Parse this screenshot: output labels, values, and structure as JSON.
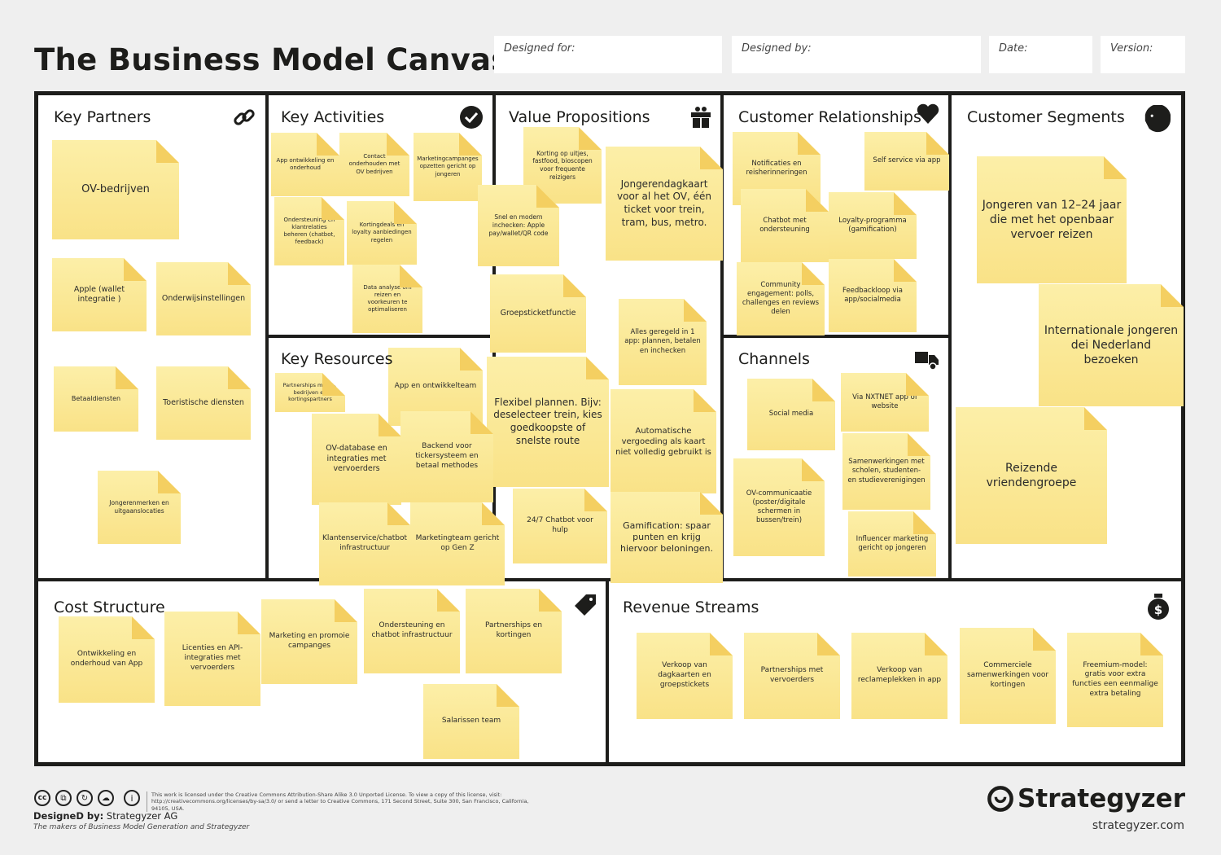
{
  "header": {
    "title": "The Business Model Canvas",
    "designed_for": "Designed for:",
    "designed_by": "Designed by:",
    "date": "Date:",
    "version": "Version:"
  },
  "blocks": {
    "key_partners": {
      "title": "Key Partners",
      "icon": "link-icon",
      "notes": [
        "OV-bedrijven",
        "Apple (wallet integratie )",
        "Onderwijsinstellingen",
        "Betaaldiensten",
        "Toeristische diensten",
        "Jongerenmerken en uitgaanslocaties"
      ]
    },
    "key_activities": {
      "title": "Key Activities",
      "icon": "checkmark-icon",
      "notes": [
        "App ontwikkeling en onderhoud",
        "Contact onderhouden met OV bedrijven",
        "Marketingcampanges opzetten gericht op jongeren",
        "Ondersteuning en klantrelaties beheren (chatbot, feedback)",
        "Kortingdeals en loyalty aanbiedingen regelen",
        "Data analyse om reizen en voorkeuren te optimaliseren"
      ]
    },
    "key_resources": {
      "title": "Key Resources",
      "icon": "factory-icon",
      "notes": [
        "App en ontwikkelteam",
        "Partnerships met OV bedrijven en kortingspartners",
        "OV-database en integraties met vervoerders",
        "Backend voor tickersysteem en betaal methodes",
        "Klantenservice/chatbot infrastructuur",
        "Marketingteam gericht op Gen Z"
      ]
    },
    "value_propositions": {
      "title": "Value Propositions",
      "icon": "gift-icon",
      "notes": [
        "Korting op uitjes, fastfood, bioscopen voor frequente reizigers",
        "Snel en modern inchecken: Apple pay/wallet/QR code",
        "Jongerendagkaart voor al het OV, één ticket voor trein, tram, bus, metro.",
        "Groepsticketfunctie",
        "Alles geregeld in 1 app: plannen, betalen en inchecken",
        "Flexibel plannen. Bijv: deselecteer trein, kies goedkoopste of snelste route",
        "Automatische vergoeding als kaart niet volledig gebruikt is",
        "24/7 Chatbot voor hulp",
        "Gamification: spaar punten en krijg hiervoor beloningen."
      ]
    },
    "customer_relationships": {
      "title": "Customer Relationships",
      "icon": "heart-icon",
      "notes": [
        "Notificaties en reisherinneringen",
        "Self service via app",
        "Chatbot met ondersteuning",
        "Loyalty-programma (gamification)",
        "Community engagement: polls, challenges en reviews delen",
        "Feedbackloop via app/socialmedia"
      ]
    },
    "channels": {
      "title": "Channels",
      "icon": "truck-icon",
      "notes": [
        "Via NXTNET app of website",
        "Social media",
        "Samenwerkingen met scholen, studenten- en studieverenigingen",
        "OV-communicaatie (poster/digitale schermen in bussen/trein)",
        "Influencer marketing gericht op jongeren"
      ]
    },
    "customer_segments": {
      "title": "Customer Segments",
      "icon": "head-icon",
      "notes": [
        "Jongeren van 12–24 jaar die met het openbaar vervoer reizen",
        "Internationale jongeren dei Nederland bezoeken",
        "Reizende vriendengroepe"
      ]
    },
    "cost_structure": {
      "title": "Cost Structure",
      "icon": "price-tag-icon",
      "notes": [
        "Ontwikkeling en onderhoud van App",
        "Licenties en API-integraties met vervoerders",
        "Marketing en promoie campanges",
        "Ondersteuning en chatbot infrastructuur",
        "Partnerships en kortingen",
        "Salarissen team"
      ]
    },
    "revenue_streams": {
      "title": "Revenue Streams",
      "icon": "money-bag-icon",
      "notes": [
        "Verkoop van dagkaarten en groepstickets",
        "Partnerships met vervoerders",
        "Verkoop van reclameplekken in app",
        "Commerciele samenwerkingen voor kortingen",
        "Freemium-model: gratis voor extra functies een eenmalige extra betaling"
      ]
    }
  },
  "footer": {
    "license": "This work is licensed under the Creative Commons Attribution-Share Alike 3.0 Unported License. To view a copy of this license, visit: http://creativecommons.org/licenses/by-sa/3.0/ or send a letter to Creative Commons, 171 Second Street, Suite 300, San Francisco, California, 94105, USA.",
    "designed_by_label": "DesigneD by:",
    "designed_by_value": " Strategyzer AG",
    "tagline": "The makers of Business Model Generation and Strategyzer",
    "brand": "Strategyzer",
    "brand_url": "strategyzer.com"
  }
}
